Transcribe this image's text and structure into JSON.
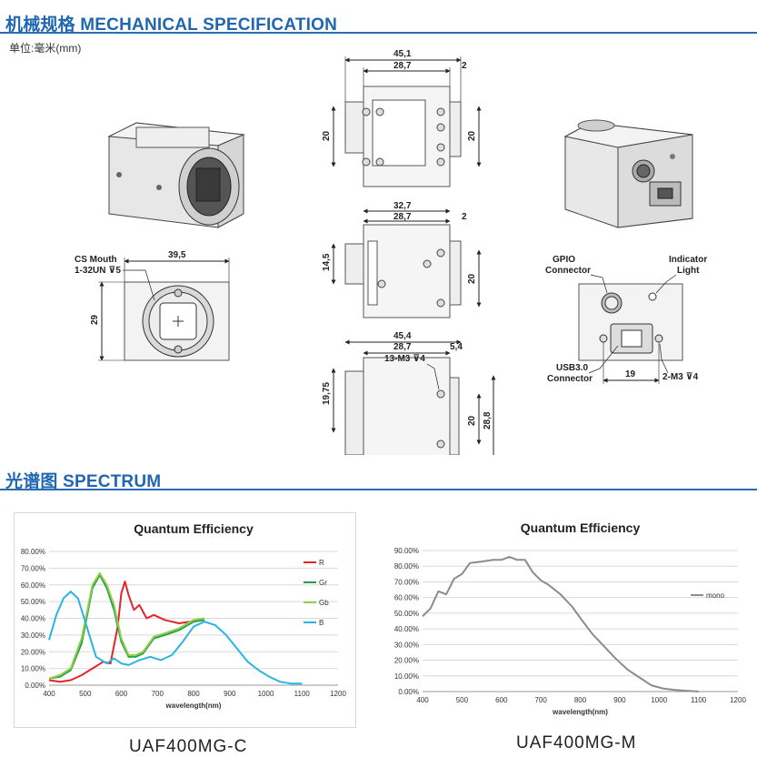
{
  "mechanical": {
    "title": "机械规格 MECHANICAL SPECIFICATION",
    "unit": "单位:毫米(mm)"
  },
  "front_view": {
    "cs_mouth": "CS Mouth",
    "thread": "1-32UN ⊽5",
    "width": "39,5",
    "height": "29"
  },
  "top_view": {
    "overall": "45,1",
    "body": "28,7",
    "offset": "2",
    "h_left": "20",
    "h_right": "20"
  },
  "side_view": {
    "overall": "32,7",
    "body": "28,7",
    "offset": "2",
    "h_left": "14,5",
    "h_right": "20"
  },
  "bottom_view": {
    "overall": "45,4",
    "body": "28,7",
    "offset": "5,4",
    "hole": "13-M3 ⊽4",
    "h_left": "19,75",
    "h_right_a": "20",
    "h_right_b": "28,8"
  },
  "rear_view": {
    "gpio": "GPIO\nConnector",
    "indicator": "Indicator\nLight",
    "usb": "USB3.0\nConnector",
    "spacing": "19",
    "hole": "2-M3 ⊽4"
  },
  "spectrum": {
    "title": "光谱图    SPECTRUM"
  },
  "chart_data": [
    {
      "type": "line",
      "title": "Quantum Efficiency",
      "xlabel": "wavelength(nm)",
      "ylabel": "",
      "xlim": [
        400,
        1200
      ],
      "ylim": [
        0,
        0.8
      ],
      "xticks": [
        400,
        500,
        600,
        700,
        800,
        900,
        1000,
        1100,
        1200
      ],
      "yticks": [
        "0.00%",
        "10.00%",
        "20.00%",
        "30.00%",
        "40.00%",
        "50.00%",
        "60.00%",
        "70.00%",
        "80.00%"
      ],
      "legend": "right",
      "series": [
        {
          "name": "R",
          "color": "#e0262a",
          "x": [
            400,
            430,
            460,
            490,
            520,
            550,
            570,
            590,
            600,
            610,
            620,
            635,
            650,
            670,
            690,
            720,
            760,
            790,
            820
          ],
          "y": [
            0.03,
            0.02,
            0.03,
            0.06,
            0.1,
            0.14,
            0.13,
            0.35,
            0.55,
            0.62,
            0.54,
            0.45,
            0.48,
            0.4,
            0.42,
            0.39,
            0.37,
            0.38,
            0.39
          ]
        },
        {
          "name": "Gr",
          "color": "#23a044",
          "x": [
            400,
            430,
            460,
            490,
            520,
            540,
            560,
            580,
            600,
            620,
            640,
            660,
            690,
            720,
            760,
            800,
            830
          ],
          "y": [
            0.04,
            0.05,
            0.09,
            0.25,
            0.58,
            0.66,
            0.58,
            0.45,
            0.26,
            0.17,
            0.17,
            0.19,
            0.28,
            0.3,
            0.33,
            0.38,
            0.39
          ]
        },
        {
          "name": "Gb",
          "color": "#92cf4f",
          "x": [
            400,
            430,
            460,
            490,
            520,
            540,
            560,
            580,
            600,
            620,
            640,
            660,
            690,
            720,
            760,
            800,
            830
          ],
          "y": [
            0.04,
            0.06,
            0.1,
            0.28,
            0.6,
            0.67,
            0.6,
            0.48,
            0.28,
            0.18,
            0.18,
            0.2,
            0.29,
            0.31,
            0.34,
            0.39,
            0.4
          ]
        },
        {
          "name": "B",
          "color": "#2ab4e0",
          "x": [
            400,
            420,
            440,
            460,
            480,
            500,
            530,
            560,
            580,
            600,
            620,
            650,
            680,
            710,
            740,
            770,
            800,
            830,
            860,
            890,
            920,
            950,
            980,
            1010,
            1040,
            1070,
            1100
          ],
          "y": [
            0.27,
            0.42,
            0.52,
            0.56,
            0.52,
            0.38,
            0.17,
            0.13,
            0.16,
            0.13,
            0.12,
            0.15,
            0.17,
            0.15,
            0.18,
            0.26,
            0.35,
            0.38,
            0.36,
            0.3,
            0.22,
            0.14,
            0.09,
            0.05,
            0.02,
            0.01,
            0.01
          ]
        }
      ]
    },
    {
      "type": "line",
      "title": "Quantum Efficiency",
      "xlabel": "wavelength(nm)",
      "ylabel": "",
      "xlim": [
        400,
        1200
      ],
      "ylim": [
        0,
        0.9
      ],
      "xticks": [
        400,
        500,
        600,
        700,
        800,
        900,
        1000,
        1100,
        1200
      ],
      "yticks": [
        "0.00%",
        "10.00%",
        "20.00%",
        "30.00%",
        "40.00%",
        "50.00%",
        "60.00%",
        "70.00%",
        "80.00%",
        "90.00%"
      ],
      "legend": "right",
      "series": [
        {
          "name": "mono",
          "color": "#8c8c8c",
          "x": [
            400,
            420,
            440,
            460,
            480,
            500,
            520,
            550,
            580,
            600,
            620,
            640,
            660,
            680,
            700,
            720,
            750,
            780,
            800,
            830,
            860,
            890,
            920,
            950,
            980,
            1010,
            1040,
            1070,
            1100
          ],
          "y": [
            0.48,
            0.53,
            0.64,
            0.62,
            0.72,
            0.75,
            0.82,
            0.83,
            0.84,
            0.84,
            0.86,
            0.84,
            0.84,
            0.76,
            0.71,
            0.68,
            0.62,
            0.54,
            0.47,
            0.37,
            0.29,
            0.21,
            0.14,
            0.09,
            0.04,
            0.02,
            0.01,
            0.005,
            0.0
          ]
        }
      ]
    }
  ],
  "captions": {
    "color_model": "UAF400MG-C",
    "mono_model": "UAF400MG-M"
  }
}
